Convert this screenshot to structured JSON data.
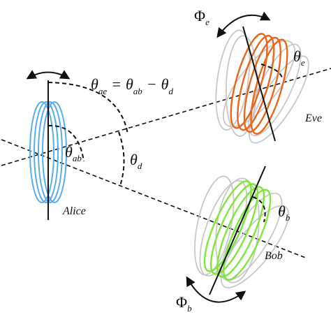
{
  "nodes": {
    "alice": {
      "name": "Alice",
      "color": "#5aaee8"
    },
    "eve": {
      "name": "Eve",
      "color": "#e8671c"
    },
    "bob": {
      "name": "Bob",
      "color": "#7ee83a"
    }
  },
  "ghost_color": "#c8c8c8",
  "labels": {
    "theta_ae": {
      "symbol": "θ",
      "sub": "ae"
    },
    "equals": "=",
    "theta_ab_eq": {
      "symbol": "θ",
      "sub": "ab"
    },
    "minus": "−",
    "theta_d_eq": {
      "symbol": "θ",
      "sub": "d"
    },
    "theta_ab": {
      "symbol": "θ",
      "sub": "ab"
    },
    "theta_d": {
      "symbol": "θ",
      "sub": "d"
    },
    "theta_e": {
      "symbol": "θ",
      "sub": "e"
    },
    "theta_b": {
      "symbol": "θ",
      "sub": "b"
    },
    "phi_e": {
      "symbol": "Φ",
      "sub": "e"
    },
    "phi_b": {
      "symbol": "Φ",
      "sub": "b"
    }
  }
}
